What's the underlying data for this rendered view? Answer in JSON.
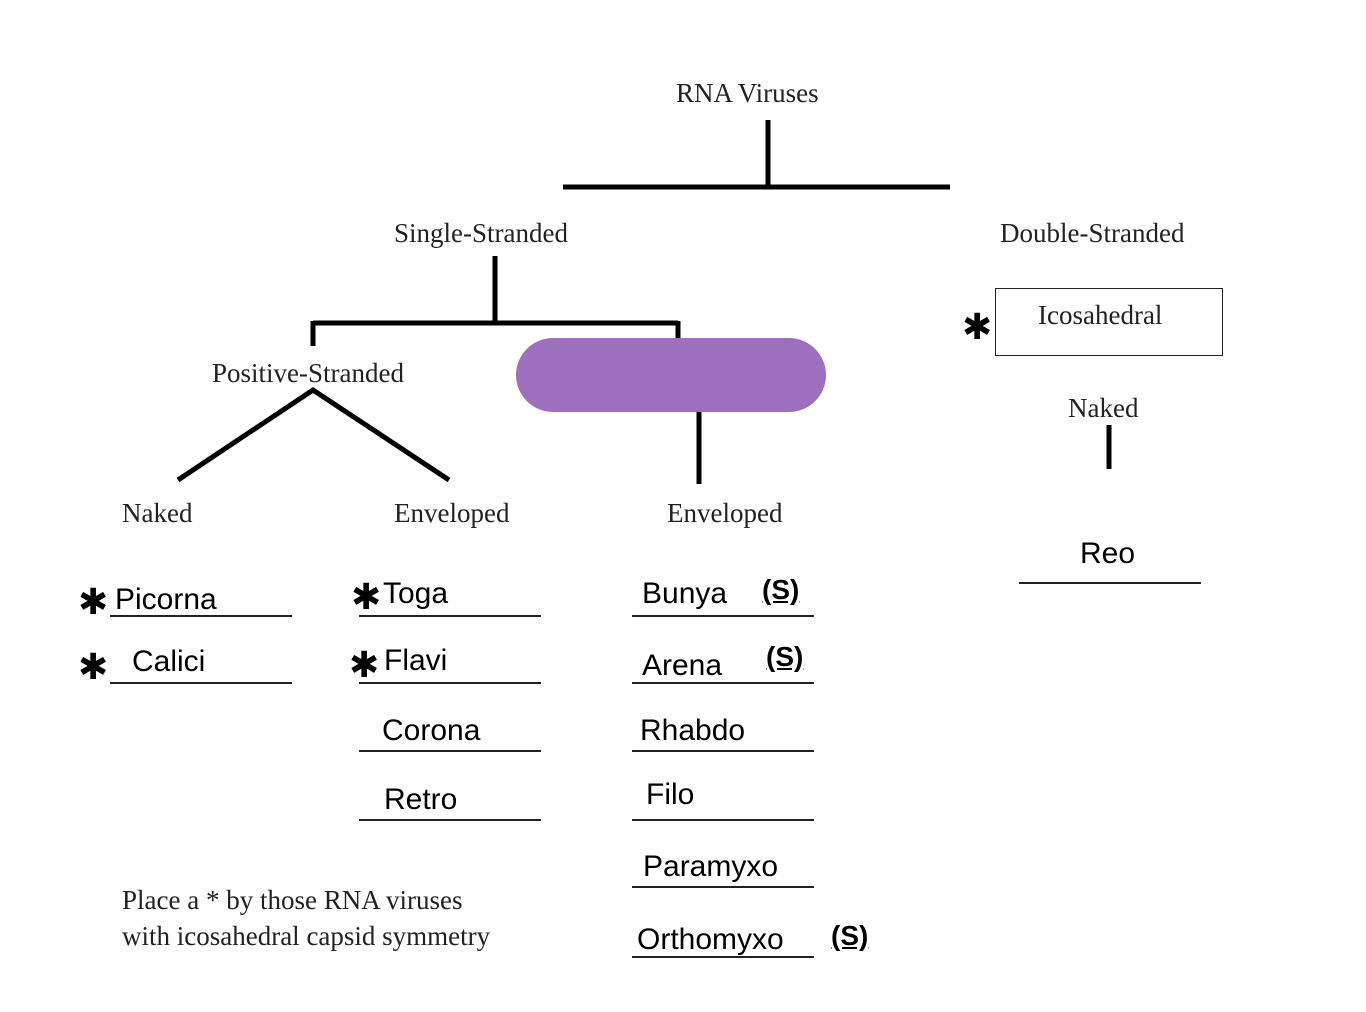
{
  "title": "RNA Viruses",
  "colors": {
    "highlight": "#9e6fbe",
    "line": "#000000"
  },
  "branches": {
    "single": "Single-Stranded",
    "double": "Double-Stranded",
    "positive": "Positive-Stranded",
    "negative_hidden": "",
    "pos_naked": "Naked",
    "pos_enveloped": "Enveloped",
    "neg_enveloped": "Enveloped",
    "ds_symmetry": "Icosahedral",
    "ds_naked": "Naked"
  },
  "star_symbol": "✱",
  "s_label": "(S)",
  "lists": {
    "pos_naked": [
      {
        "name": "Picorna",
        "star": true
      },
      {
        "name": "Calici",
        "star": true
      }
    ],
    "pos_enveloped": [
      {
        "name": "Toga",
        "star": true
      },
      {
        "name": "Flavi",
        "star": true
      },
      {
        "name": "Corona",
        "star": false
      },
      {
        "name": "Retro",
        "star": false
      }
    ],
    "neg_enveloped": [
      {
        "name": "Bunya",
        "segmented": true
      },
      {
        "name": "Arena",
        "segmented": true
      },
      {
        "name": "Rhabdo",
        "segmented": false
      },
      {
        "name": "Filo",
        "segmented": false
      },
      {
        "name": "Paramyxo",
        "segmented": false
      },
      {
        "name": "Orthomyxo",
        "segmented": true
      }
    ],
    "ds_naked": [
      {
        "name": "Reo",
        "star": false
      }
    ]
  },
  "ds_icosahedral_star": true,
  "note": {
    "line1": "Place a * by those RNA viruses",
    "line2": "with icosahedral capsid symmetry"
  }
}
